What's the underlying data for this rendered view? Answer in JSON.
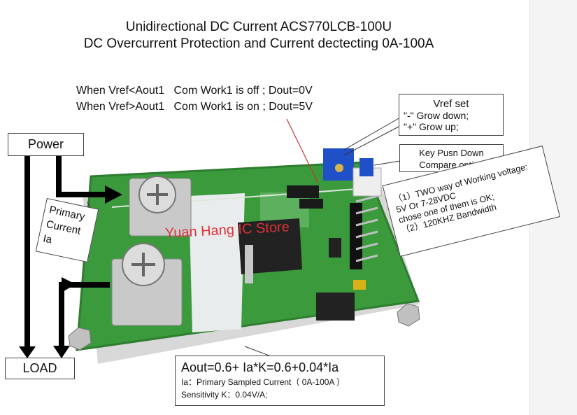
{
  "title": {
    "line1": "Unidirectional DC Current  ACS770LCB-100U",
    "line2": "DC Overcurrent Protection and Current dectecting  0A-100A"
  },
  "conditions": {
    "off": "When Vref<Aout1   Com Work1 is off ; Dout=0V",
    "on": "When Vref>Aout1   Com Work1 is on ; Dout=5V"
  },
  "callouts": {
    "vref_title": "Vref set",
    "vref_down": "\"-\" Grow down;",
    "vref_up": "\"+\" Grow up;",
    "key_line1": "Key Pusn Down",
    "key_line2": "Compare option",
    "voltage_1": "（1）TWO way of Working voltage:",
    "voltage_2": "5V Or 7-28VDC",
    "voltage_3": "chose one of them is OK;",
    "voltage_4": "（2）120KHZ Bandwidth",
    "power": "Power",
    "load": "LOAD",
    "primary_1": "Primary",
    "primary_2": "Current",
    "primary_3": "Ia"
  },
  "formula": {
    "main": "Aout=0.6+ Ia*K=0.6+0.04*Ia",
    "ia": "Ia：Primary Sampled Current（ 0A-100A ）",
    "k": "Sensitivity K：0.04V/A;"
  },
  "watermark": "Yuan Hang IC Store",
  "colors": {
    "pcb": "#3a9a3c",
    "screw": "#c9c9c9",
    "pot": "#2050c8",
    "watermark": "#e0303a"
  }
}
